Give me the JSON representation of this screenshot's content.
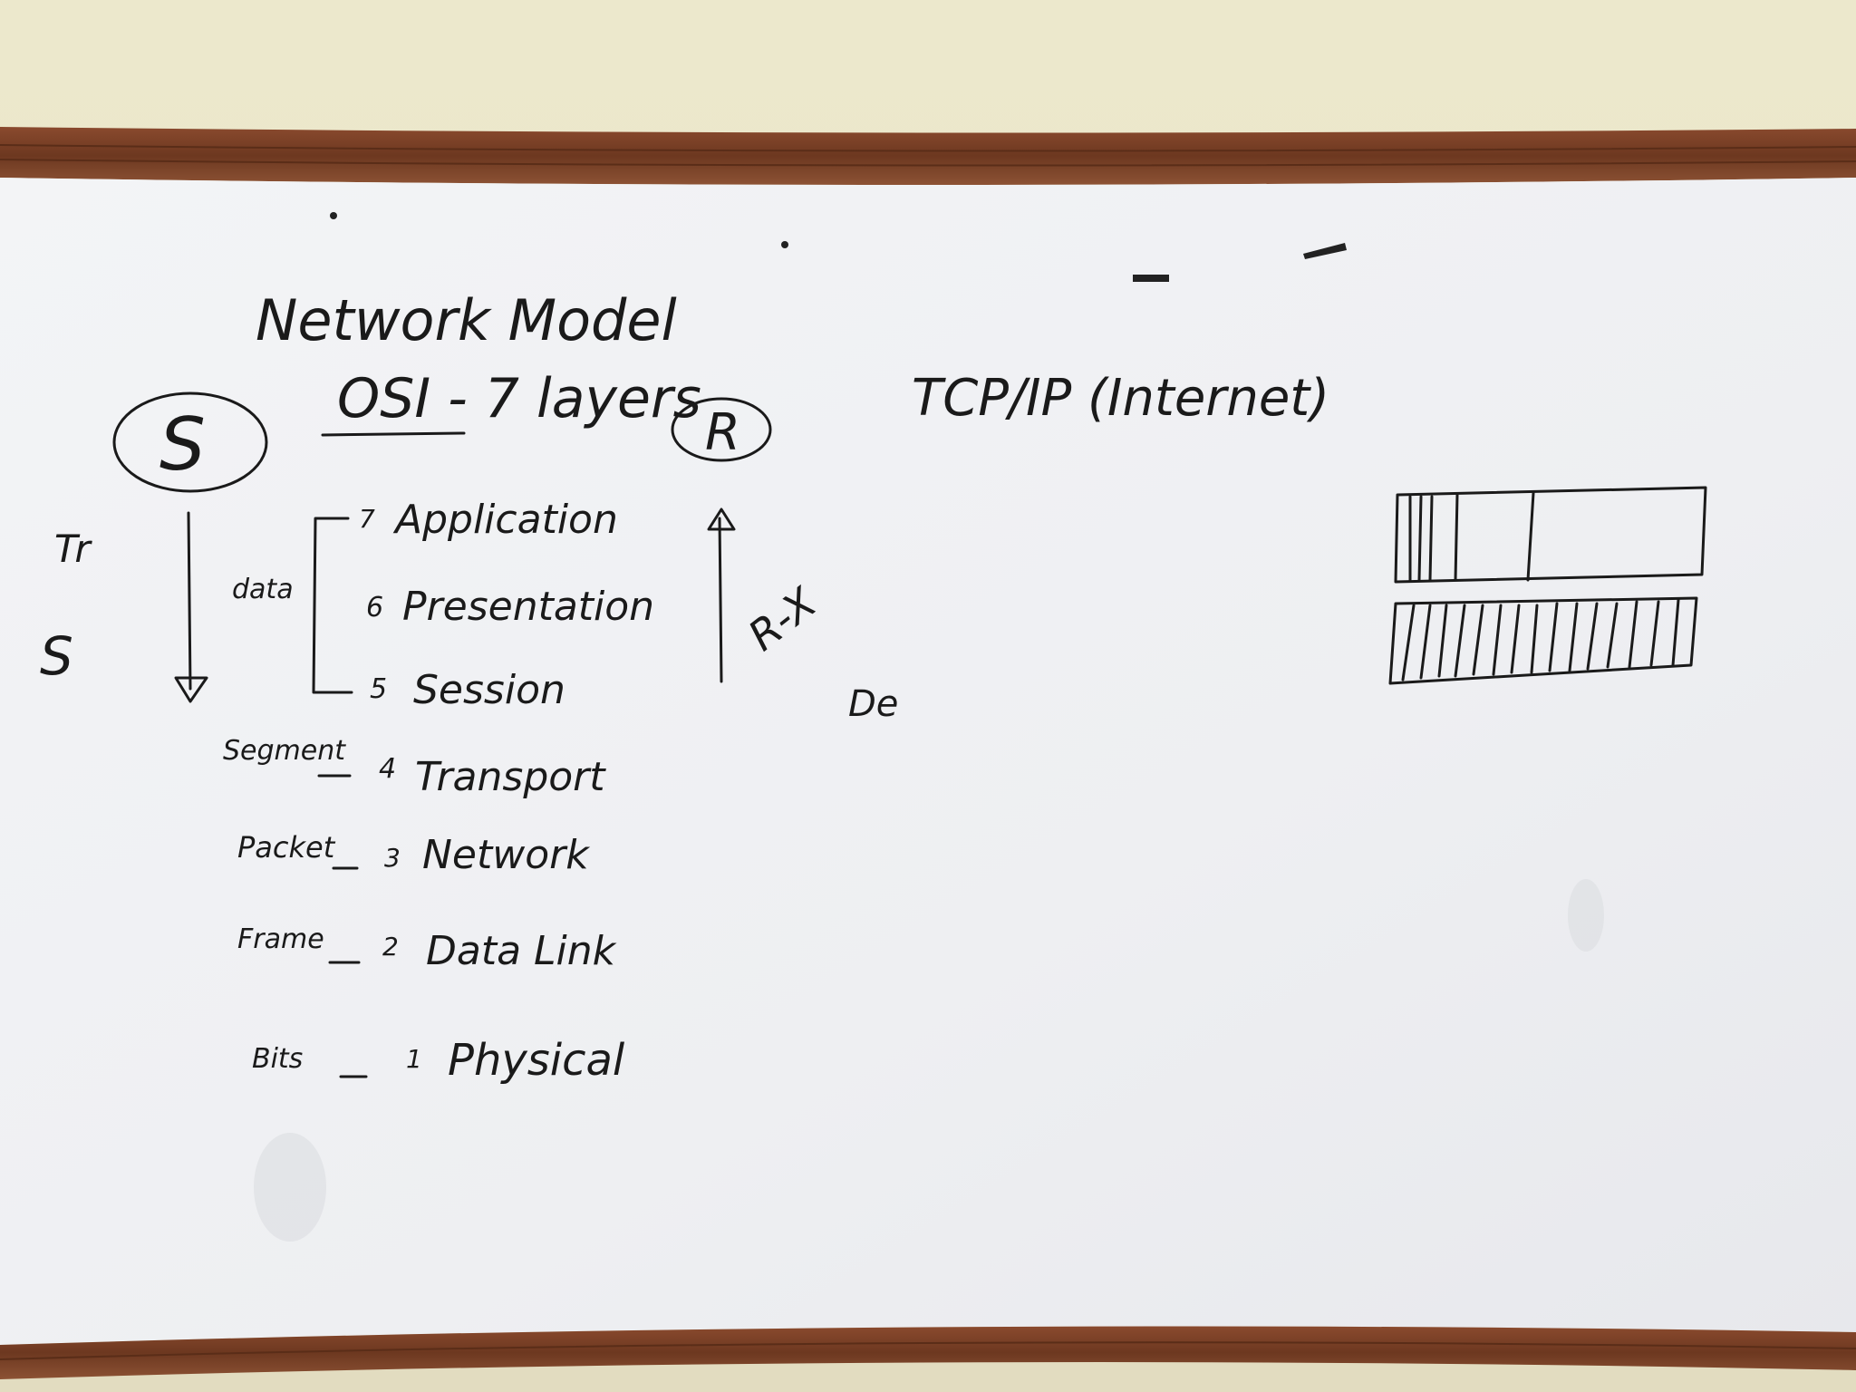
{
  "board": {
    "title": "Network Model",
    "osi_heading": "OSI - 7 layers",
    "tcpip_heading": "TCP/IP (Internet)",
    "sender_label": "S",
    "receiver_label": "R",
    "left_margin_marks": [
      "Tr",
      "S"
    ],
    "bracket_label": "data",
    "receiver_side_notes": [
      "R-X",
      "De"
    ],
    "layers": [
      {
        "pdu": "",
        "number": "7",
        "name": "Application"
      },
      {
        "pdu": "",
        "number": "6",
        "name": "Presentation"
      },
      {
        "pdu": "",
        "number": "5",
        "name": "Session"
      },
      {
        "pdu": "Segment",
        "number": "4",
        "name": "Transport"
      },
      {
        "pdu": "Packet",
        "number": "3",
        "name": "Network"
      },
      {
        "pdu": "Frame",
        "number": "2",
        "name": "Data Link"
      },
      {
        "pdu": "Bits",
        "number": "1",
        "name": "Physical"
      }
    ]
  },
  "colors": {
    "wall": "#e9e5c9",
    "frame": "#7a4028",
    "board_surface": "#f2f3f5",
    "marker_ink": "#1a1a1a"
  }
}
